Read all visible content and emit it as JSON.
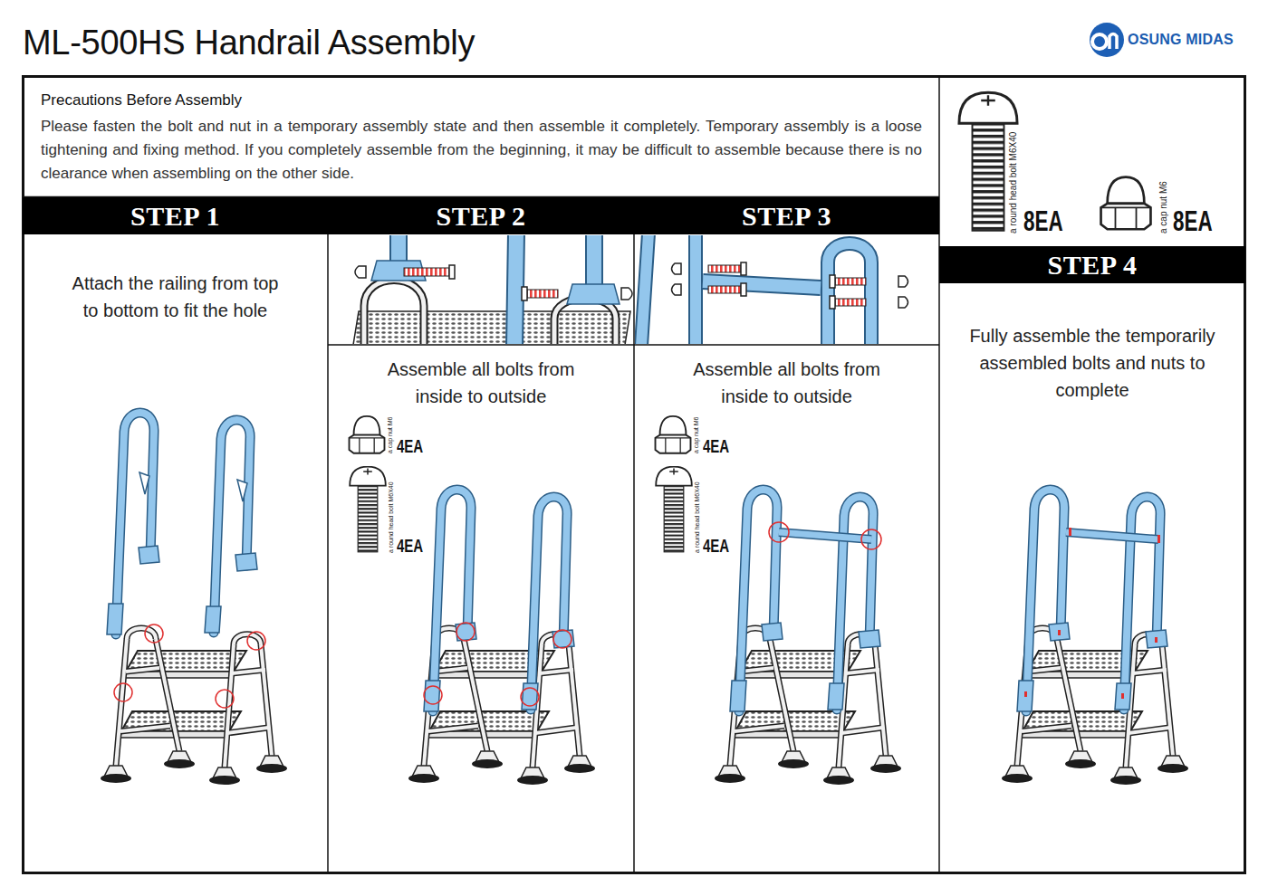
{
  "diagram": {
    "title": "ML-500HS Handrail Assembly",
    "nodes": [
      {
        "text": [
          "Precautions Before Assembly",
          "Please fasten the bolt and nut in a temporary assembly state and then assemble it completely. Temporary assembly is a loose tightening and fixing method. If you completely assemble from the beginning, it may be difficult to assemble because there is no clearance when assembling on the other side."
        ]
      },
      {
        "text": [
          "STEP 1",
          "Attach the railing from top to bottom to fit the hole"
        ]
      },
      {
        "text": [
          "STEP 2",
          "Assemble all bolts from inside to outside"
        ]
      },
      {
        "text": [
          "STEP 3",
          "Assemble all bolts from inside to outside"
        ]
      },
      {
        "text": [
          "a round head bolt M6X40",
          "8EA",
          "a cap nut M6",
          "8EA"
        ]
      },
      {
        "text": [
          "STEP 4",
          "Fully assemble the temporarily assembled bolts and nuts to complete"
        ]
      }
    ],
    "labels": [
      "OSUNG MIDAS",
      "a cap nut M6",
      "4EA",
      "a round head bolt M6X40",
      "4EA",
      "a cap nut M6",
      "4EA",
      "a round head bolt M6X40",
      "4EA"
    ]
  }
}
